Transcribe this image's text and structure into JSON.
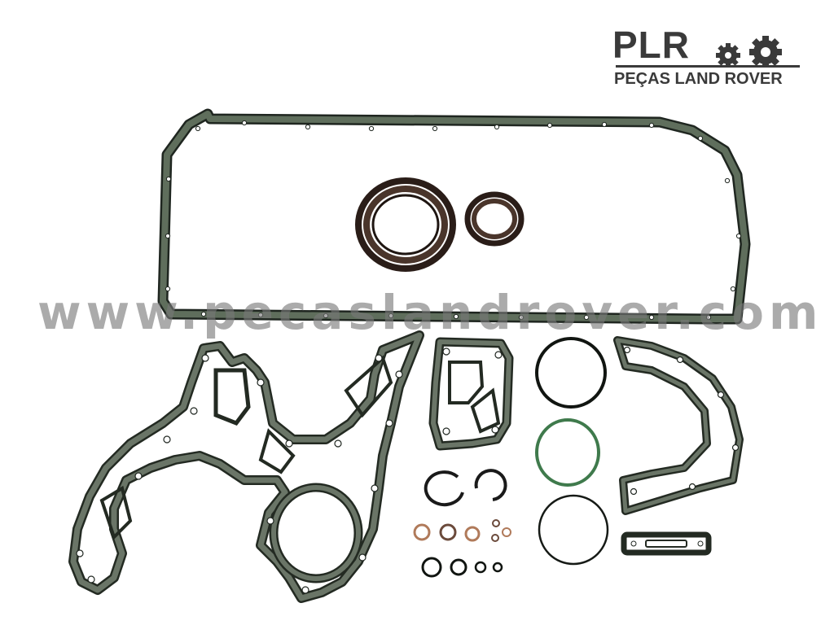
{
  "logo": {
    "mark": "PLR",
    "tagline": "PEÇAS LAND ROVER"
  },
  "watermark": {
    "text": "www.pecaslandrover.com"
  },
  "photo": {
    "subject": "engine gasket set",
    "background_color": "#ffffff",
    "gasket_color": "#4a5a48",
    "gasket_edge_color": "#1f2620",
    "seal_color": "#3b2a22",
    "green_ring_color": "#3f7a4c",
    "copper_ring_color": "#b07a5a"
  }
}
